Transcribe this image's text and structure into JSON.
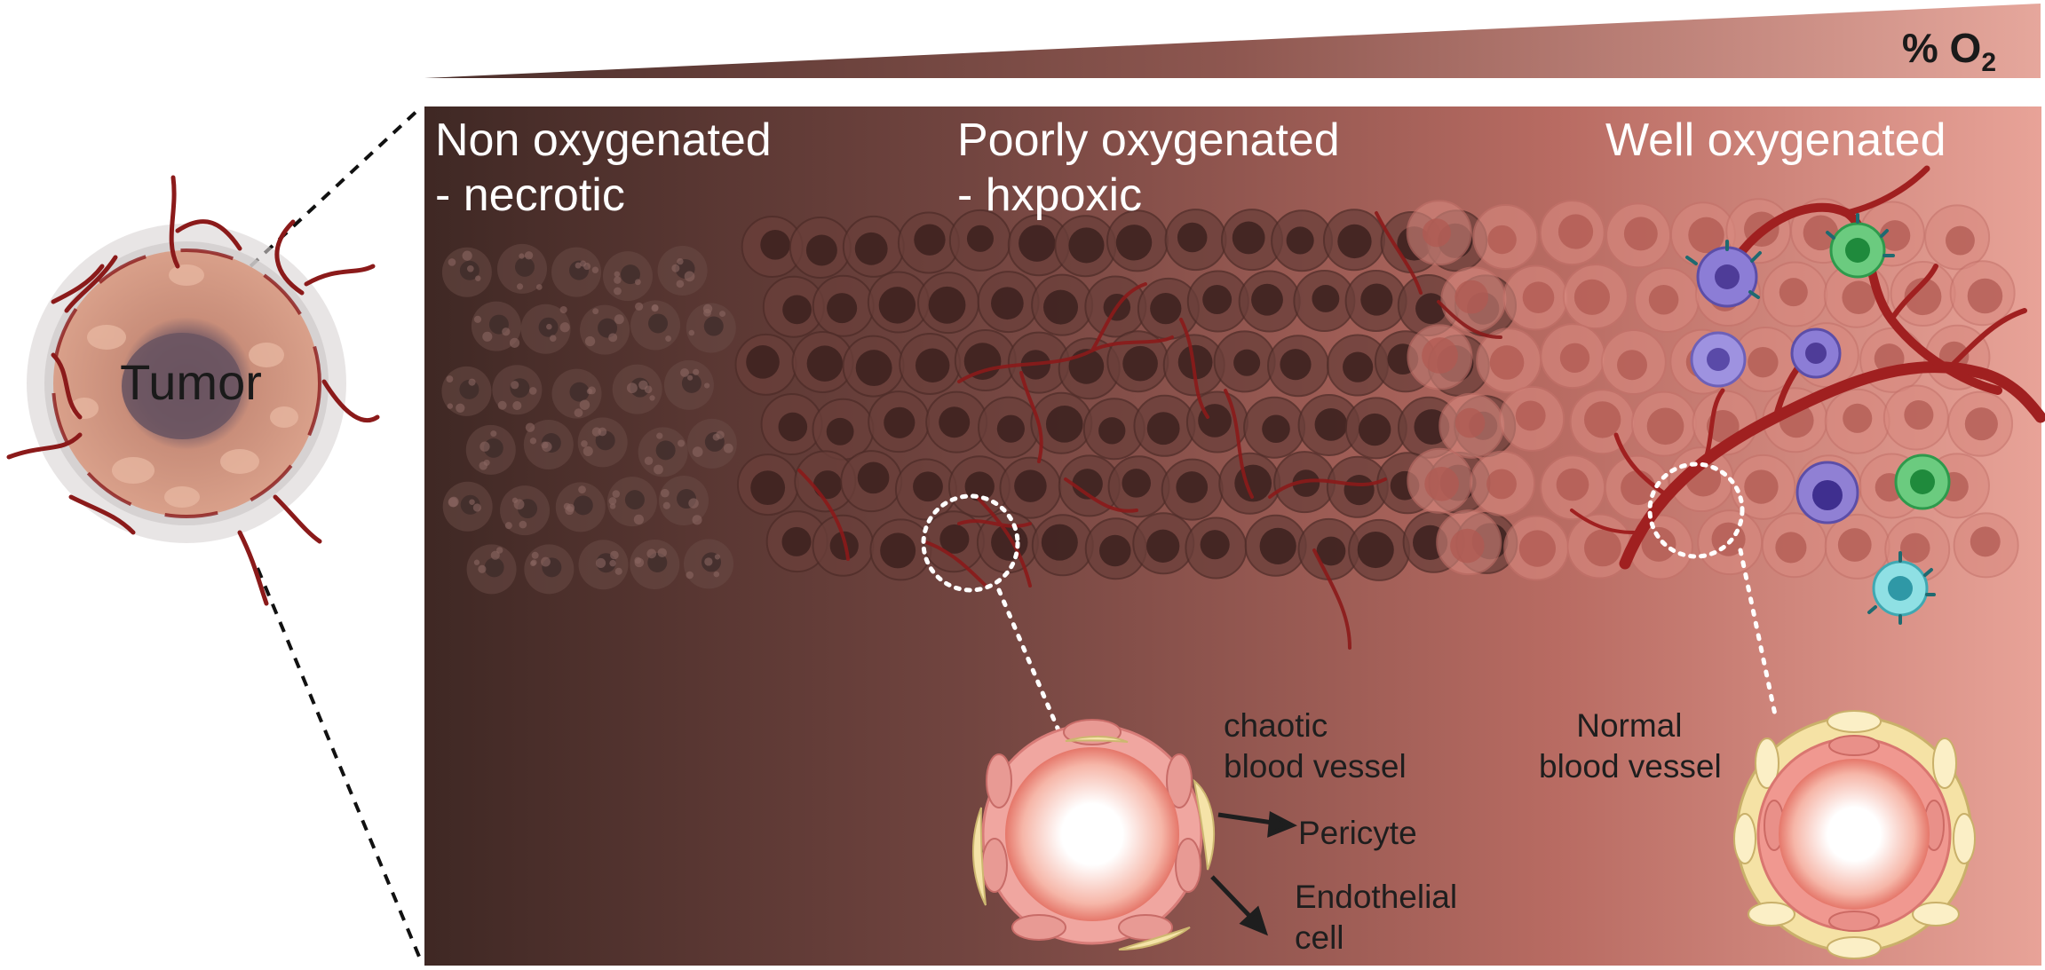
{
  "oxygen_gradient": {
    "label_prefix": "% O",
    "label_subscript": "2"
  },
  "tumor": {
    "label": "Tumor"
  },
  "zones": {
    "non": {
      "line1": "Non oxygenated",
      "line2": "- necrotic"
    },
    "poor": {
      "line1": "Poorly oxygenated",
      "line2": "- hxpoxic"
    },
    "well": {
      "line1": "Well oxygenated"
    }
  },
  "vessels": {
    "chaotic": {
      "line1": "chaotic",
      "line2": "blood vessel"
    },
    "normal": {
      "line1": "Normal",
      "line2": "blood vessel"
    }
  },
  "annotations": {
    "pericyte": "Pericyte",
    "endothelial_line1": "Endothelial",
    "endothelial_line2": "cell"
  },
  "colors": {
    "dark_brown": "#4f322e",
    "mid_brown": "#86524c",
    "light_pink": "#e4a096",
    "vessel_red": "#8b1a1a",
    "immune_purple": "#7a6bc9",
    "immune_green": "#3aa85a",
    "immune_cyan": "#6fcfd6"
  }
}
